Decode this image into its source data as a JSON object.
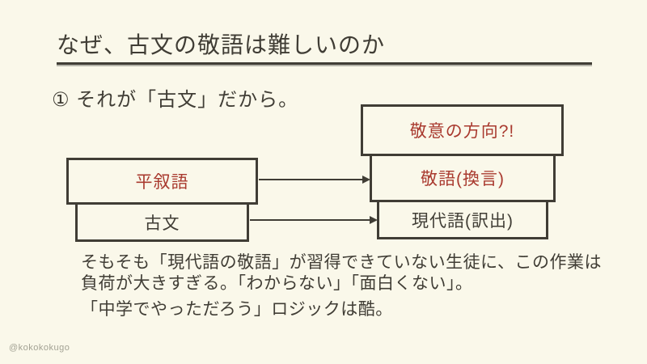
{
  "colors": {
    "background": "#faf8ea",
    "ink": "#403d35",
    "accent_red": "#a93a2f",
    "rule_gray": "#b5b5aa",
    "watermark_gray": "#a3a294"
  },
  "header": {
    "title": "なぜ、古文の敬語は難しいのか"
  },
  "main": {
    "point_heading": "① それが「古文」だから。"
  },
  "diagram": {
    "box_keii_direction": {
      "label": "敬意の方向?!",
      "color": "#a93a2f"
    },
    "box_heijogo": {
      "label": "平叙語",
      "color": "#a93a2f"
    },
    "box_kobun": {
      "label": "古文",
      "color": "#403d35"
    },
    "box_keigo": {
      "label": "敬語(換言)",
      "color": "#a93a2f"
    },
    "box_gendaigo": {
      "label": "現代語(訳出)",
      "color": "#403d35"
    },
    "arrows": [
      {
        "from": "平叙語",
        "to": "敬語(換言)"
      },
      {
        "from": "古文",
        "to": "現代語(訳出)"
      }
    ]
  },
  "body": {
    "paragraph1": "そもそも「現代語の敬語」が習得できていない生徒に、この作業は負荷が大きすぎる。「わからない」「面白くない」。",
    "paragraph2": "「中学でやっただろう」ロジックは酷。"
  },
  "footer": {
    "watermark": "@kokokokugo"
  }
}
